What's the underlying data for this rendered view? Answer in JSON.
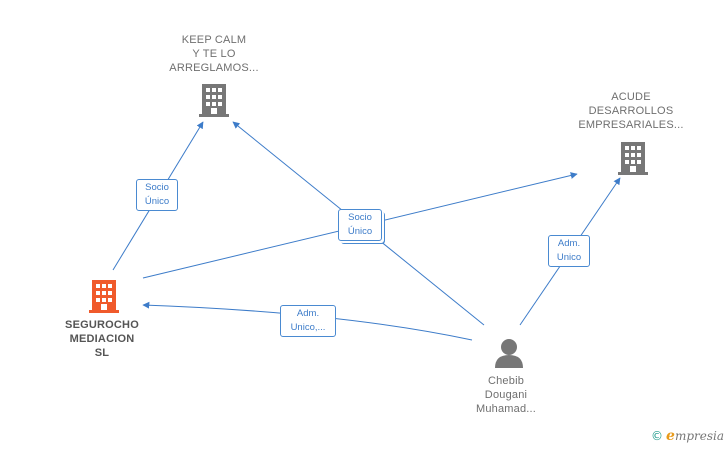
{
  "nodes": {
    "keep_calm": {
      "lines": [
        "KEEP CALM",
        "Y TE LO",
        "ARREGLAMOS..."
      ],
      "kind": "company",
      "color": "#777777"
    },
    "acude": {
      "lines": [
        "ACUDE",
        "DESARROLLOS",
        "EMPRESARIALES..."
      ],
      "kind": "company",
      "color": "#777777"
    },
    "segurocho": {
      "lines": [
        "SEGUROCHO",
        "MEDIACION",
        "SL"
      ],
      "kind": "company",
      "color": "#f05a2b"
    },
    "chebib": {
      "lines": [
        "Chebib",
        "Dougani",
        "Muhamad..."
      ],
      "kind": "person",
      "color": "#777777"
    }
  },
  "edges": [
    {
      "id": "segurocho-keepcalm",
      "lines": [
        "Socio",
        "Único"
      ]
    },
    {
      "id": "chebib-multi",
      "lines": [
        "Socio",
        "Único"
      ]
    },
    {
      "id": "chebib-segurocho",
      "lines": [
        "Adm.",
        "Unico,..."
      ]
    },
    {
      "id": "chebib-acude",
      "lines": [
        "Adm.",
        "Unico"
      ]
    }
  ],
  "colors": {
    "edge": "#3d7cc9",
    "edge_label_border": "#4a8ad1"
  },
  "brand": {
    "copyright": "©",
    "initial": "e",
    "name": "mpresia"
  }
}
